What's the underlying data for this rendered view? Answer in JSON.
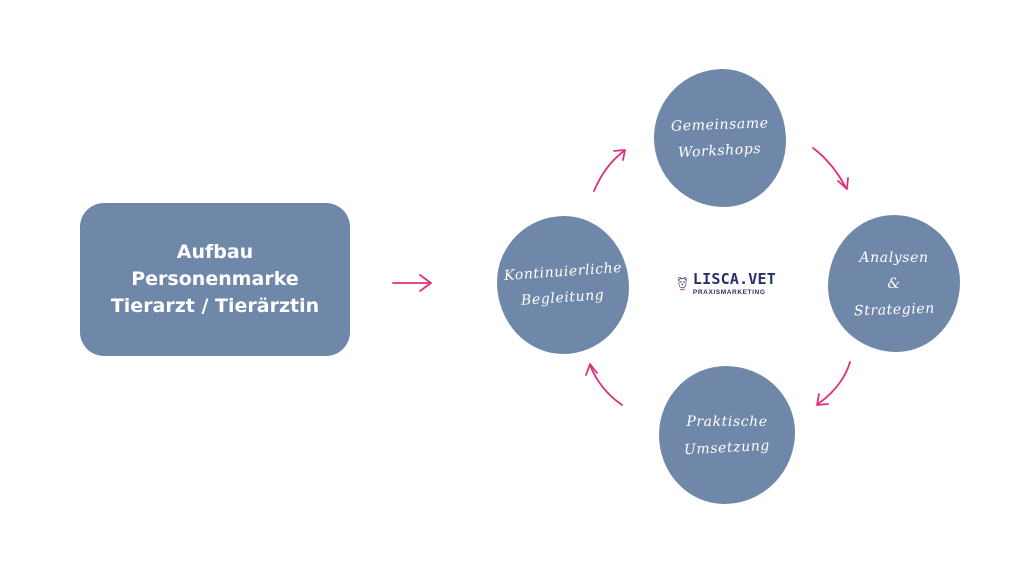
{
  "main_box": {
    "lines": [
      "Aufbau",
      "Personenmarke",
      "Tierarzt / Tierärztin"
    ]
  },
  "cycle": {
    "top": {
      "lines": [
        "Gemeinsame",
        "Workshops"
      ]
    },
    "right": {
      "lines": [
        "Analysen",
        "&",
        "Strategien"
      ]
    },
    "bottom": {
      "lines": [
        "Praktische",
        "Umsetzung"
      ]
    },
    "left": {
      "lines": [
        "Kontinuierliche",
        "Begleitung"
      ]
    }
  },
  "logo": {
    "name": "LISCA.VET",
    "tagline": "PRAXISMARKETING"
  },
  "colors": {
    "node_fill": "#6f87a8",
    "arrow": "#e0307d",
    "logo_text": "#26306e",
    "logo_accent": "#e0307d"
  }
}
